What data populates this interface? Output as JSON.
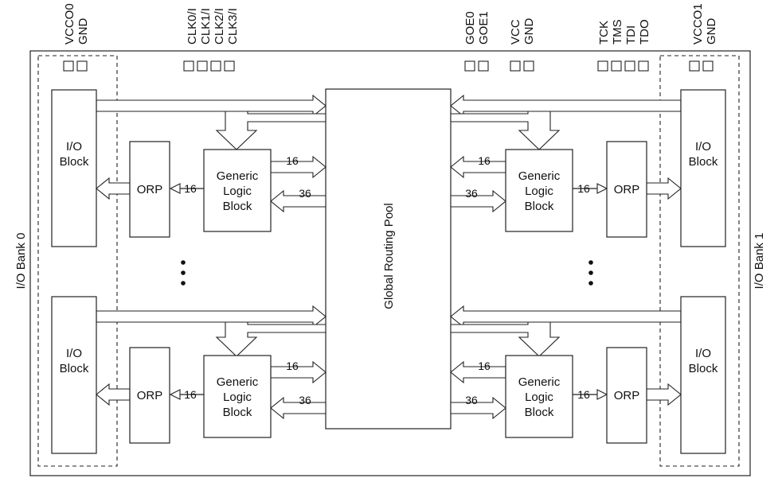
{
  "pins": {
    "vcco0": [
      "VCCO0",
      "GND"
    ],
    "clk": [
      "CLK0/I",
      "CLK1/I",
      "CLK2/I",
      "CLK3/I"
    ],
    "goe": [
      "GOE0",
      "GOE1"
    ],
    "vcc": [
      "VCC",
      "GND"
    ],
    "jtag": [
      "TCK",
      "TMS",
      "TDI",
      "TDO"
    ],
    "vcco1": [
      "VCCO1",
      "GND"
    ]
  },
  "banks": {
    "left": "I/O Bank 0",
    "right": "I/O Bank 1"
  },
  "blocks": {
    "io_block": [
      "I/O",
      "Block"
    ],
    "orp": "ORP",
    "glb": [
      "Generic",
      "Logic",
      "Block"
    ],
    "grp": "Global Routing Pool"
  },
  "bus_widths": {
    "to_grp": "16",
    "from_grp": "36",
    "to_orp": "16"
  }
}
